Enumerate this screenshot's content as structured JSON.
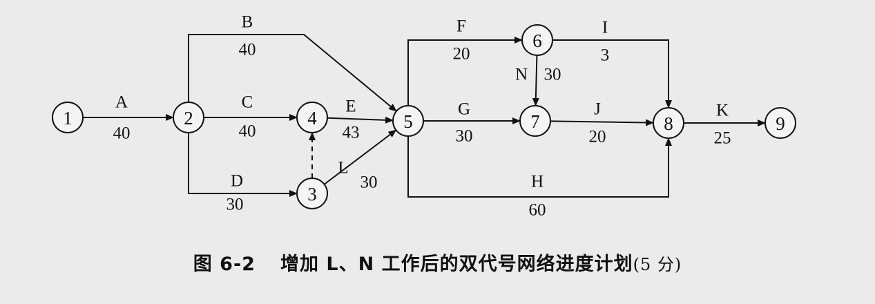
{
  "figure": {
    "number": "图 6-2",
    "title": "增加 L、N 工作后的双代号网络进度计划",
    "points": "(5 分)"
  },
  "nodes": [
    {
      "id": "1",
      "label": "1"
    },
    {
      "id": "2",
      "label": "2"
    },
    {
      "id": "3",
      "label": "3"
    },
    {
      "id": "4",
      "label": "4"
    },
    {
      "id": "5",
      "label": "5"
    },
    {
      "id": "6",
      "label": "6"
    },
    {
      "id": "7",
      "label": "7"
    },
    {
      "id": "8",
      "label": "8"
    },
    {
      "id": "9",
      "label": "9"
    }
  ],
  "activities": [
    {
      "id": "A",
      "from": "1",
      "to": "2",
      "name": "A",
      "duration": "40"
    },
    {
      "id": "B",
      "from": "2",
      "to": "5",
      "name": "B",
      "duration": "40"
    },
    {
      "id": "C",
      "from": "2",
      "to": "4",
      "name": "C",
      "duration": "40"
    },
    {
      "id": "D",
      "from": "2",
      "to": "3",
      "name": "D",
      "duration": "30"
    },
    {
      "id": "E",
      "from": "4",
      "to": "5",
      "name": "E",
      "duration": "43"
    },
    {
      "id": "L",
      "from": "3",
      "to": "5",
      "name": "L",
      "duration": "30"
    },
    {
      "id": "F",
      "from": "5",
      "to": "6",
      "name": "F",
      "duration": "20"
    },
    {
      "id": "G",
      "from": "5",
      "to": "7",
      "name": "G",
      "duration": "30"
    },
    {
      "id": "H",
      "from": "5",
      "to": "8",
      "name": "H",
      "duration": "60"
    },
    {
      "id": "I",
      "from": "6",
      "to": "8",
      "name": "I",
      "duration": "3"
    },
    {
      "id": "N",
      "from": "6",
      "to": "7",
      "name": "N",
      "duration": "30"
    },
    {
      "id": "J",
      "from": "7",
      "to": "8",
      "name": "J",
      "duration": "20"
    },
    {
      "id": "K",
      "from": "8",
      "to": "9",
      "name": "K",
      "duration": "25"
    }
  ],
  "dummy_activities": [
    {
      "from": "3",
      "to": "4"
    }
  ]
}
